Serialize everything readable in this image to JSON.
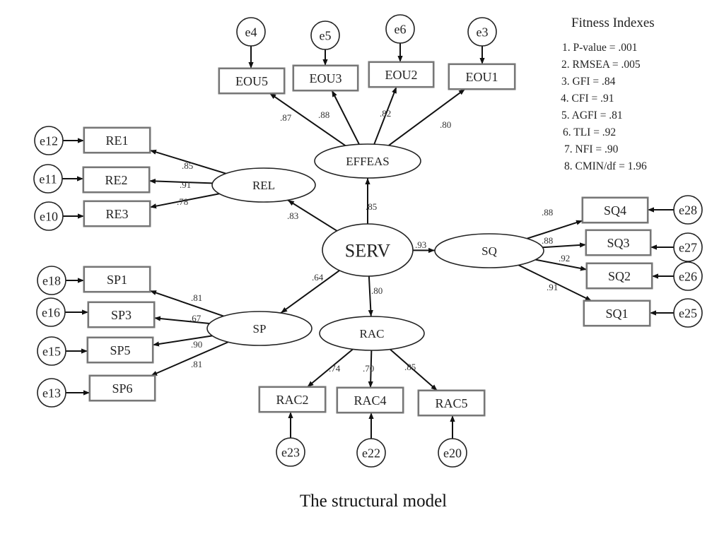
{
  "diagram": {
    "type": "structural-equation-model",
    "latents": [
      {
        "id": "SERV",
        "label": "SERV"
      },
      {
        "id": "EFFEAS",
        "label": "EFFEAS"
      },
      {
        "id": "REL",
        "label": "REL"
      },
      {
        "id": "SQ",
        "label": "SQ"
      },
      {
        "id": "SP",
        "label": "SP"
      },
      {
        "id": "RAC",
        "label": "RAC"
      }
    ],
    "observed": [
      {
        "id": "EOU5",
        "label": "EOU5",
        "factor": "EFFEAS",
        "error": "e4",
        "loading": ".87"
      },
      {
        "id": "EOU3",
        "label": "EOU3",
        "factor": "EFFEAS",
        "error": "e5",
        "loading": ".88"
      },
      {
        "id": "EOU2",
        "label": "EOU2",
        "factor": "EFFEAS",
        "error": "e6",
        "loading": ".82"
      },
      {
        "id": "EOU1",
        "label": "EOU1",
        "factor": "EFFEAS",
        "error": "e3",
        "loading": ".80"
      },
      {
        "id": "RE1",
        "label": "RE1",
        "factor": "REL",
        "error": "e12",
        "loading": ".85"
      },
      {
        "id": "RE2",
        "label": "RE2",
        "factor": "REL",
        "error": "e11",
        "loading": ".91"
      },
      {
        "id": "RE3",
        "label": "RE3",
        "factor": "REL",
        "error": "e10",
        "loading": ".78"
      },
      {
        "id": "SQ4",
        "label": "SQ4",
        "factor": "SQ",
        "error": "e28",
        "loading": ".88"
      },
      {
        "id": "SQ3",
        "label": "SQ3",
        "factor": "SQ",
        "error": "e27",
        "loading": ".88"
      },
      {
        "id": "SQ2",
        "label": "SQ2",
        "factor": "SQ",
        "error": "e26",
        "loading": ".92"
      },
      {
        "id": "SQ1",
        "label": "SQ1",
        "factor": "SQ",
        "error": "e25",
        "loading": ".91"
      },
      {
        "id": "SP1",
        "label": "SP1",
        "factor": "SP",
        "error": "e18",
        "loading": ".81"
      },
      {
        "id": "SP3",
        "label": "SP3",
        "factor": "SP",
        "error": "e16",
        "loading": ".67"
      },
      {
        "id": "SP5",
        "label": "SP5",
        "factor": "SP",
        "error": "e15",
        "loading": ".90"
      },
      {
        "id": "SP6",
        "label": "SP6",
        "factor": "SP",
        "error": "e13",
        "loading": ".81"
      },
      {
        "id": "RAC2",
        "label": "RAC2",
        "factor": "RAC",
        "error": "e23",
        "loading": ".74"
      },
      {
        "id": "RAC4",
        "label": "RAC4",
        "factor": "RAC",
        "error": "e22",
        "loading": ".70"
      },
      {
        "id": "RAC5",
        "label": "RAC5",
        "factor": "RAC",
        "error": "e20",
        "loading": ".85"
      }
    ],
    "structural_paths": [
      {
        "from": "SERV",
        "to": "EFFEAS",
        "coef": ".85"
      },
      {
        "from": "SERV",
        "to": "REL",
        "coef": ".83"
      },
      {
        "from": "SERV",
        "to": "SQ",
        "coef": ".93"
      },
      {
        "from": "SERV",
        "to": "SP",
        "coef": ".64"
      },
      {
        "from": "SERV",
        "to": "RAC",
        "coef": ".80"
      }
    ]
  },
  "fitness": {
    "title": "Fitness Indexes",
    "items": [
      "1. P-value = .001",
      "2. RMSEA = .005",
      "3. GFI = .84",
      "4. CFI = .91",
      "5. AGFI = .81",
      "6. TLI = .92",
      "7. NFI = .90",
      "8. CMIN/df = 1.96"
    ]
  },
  "caption": "The structural model"
}
